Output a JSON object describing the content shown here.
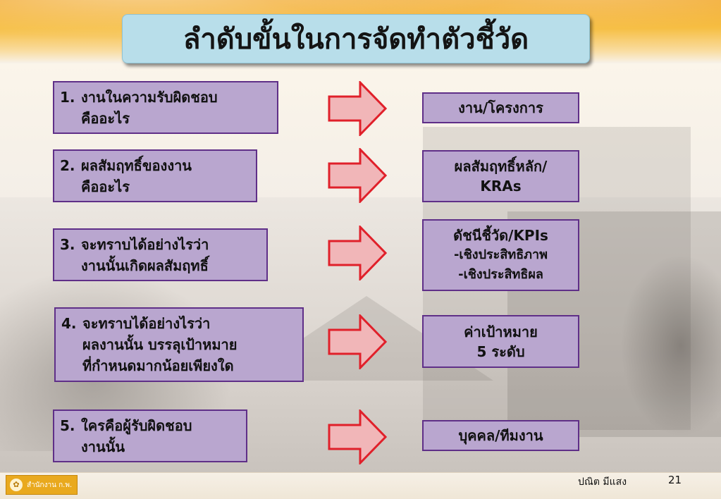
{
  "slide": {
    "title": "ลำดับขั้นในการจัดทำตัวชี้วัด",
    "steps": [
      {
        "num": "1.",
        "line1": "งานในความรับผิดชอบ",
        "line2": "คืออะไร"
      },
      {
        "num": "2.",
        "line1": "ผลสัมฤทธิ์ของงาน",
        "line2": "คืออะไร"
      },
      {
        "num": "3.",
        "line1": "จะทราบได้อย่างไรว่า",
        "line2": "งานนั้นเกิดผลสัมฤทธิ์"
      },
      {
        "num": "4.",
        "line1": "จะทราบได้อย่างไรว่า",
        "line2": "ผลงานนั้น บรรลุเป้าหมาย",
        "line3": "ที่กำหนดมากน้อยเพียงใด"
      },
      {
        "num": "5.",
        "line1": "ใครคือผู้รับผิดชอบ",
        "line2": "งานนั้น"
      }
    ],
    "outcomes": [
      {
        "line1": "งาน/โครงการ"
      },
      {
        "line1": "ผลสัมฤทธิ์หลัก/",
        "line2": "KRAs"
      },
      {
        "line1": "ดัชนีชี้วัด/KPIs",
        "line2": "-เชิงประสิทธิภาพ",
        "line3": "-เชิงประสิทธิผล"
      },
      {
        "line1": "ค่าเป้าหมาย",
        "line2": "5 ระดับ"
      },
      {
        "line1": "บุคคล/ทีมงาน"
      }
    ],
    "footer": {
      "logo_text": "สำนักงาน ก.พ.",
      "author": "ปณิต  มีแสง",
      "page_number": "21"
    },
    "colors": {
      "box_fill": "#b9a6cf",
      "box_border": "#5f2f88",
      "arrow_fill": "#f1b6b8",
      "arrow_stroke": "#e0202a",
      "title_fill": "#b8deea"
    },
    "icons": {
      "arrow": "right-arrow-icon",
      "logo": "ocsc-logo"
    }
  }
}
